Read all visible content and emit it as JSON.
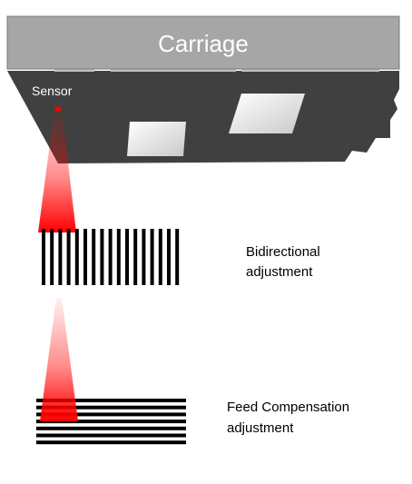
{
  "carriage": {
    "label": "Carriage"
  },
  "sensor": {
    "label": "Sensor"
  },
  "patterns": [
    {
      "label_line1": "Bidirectional",
      "label_line2": "adjustment"
    },
    {
      "label_line1": "Feed Compensation",
      "label_line2": "adjustment"
    }
  ],
  "colors": {
    "carriage_top": "#a6a6a6",
    "carriage_body": "#404040",
    "beam": "#ff0000",
    "lines": "#000000"
  }
}
